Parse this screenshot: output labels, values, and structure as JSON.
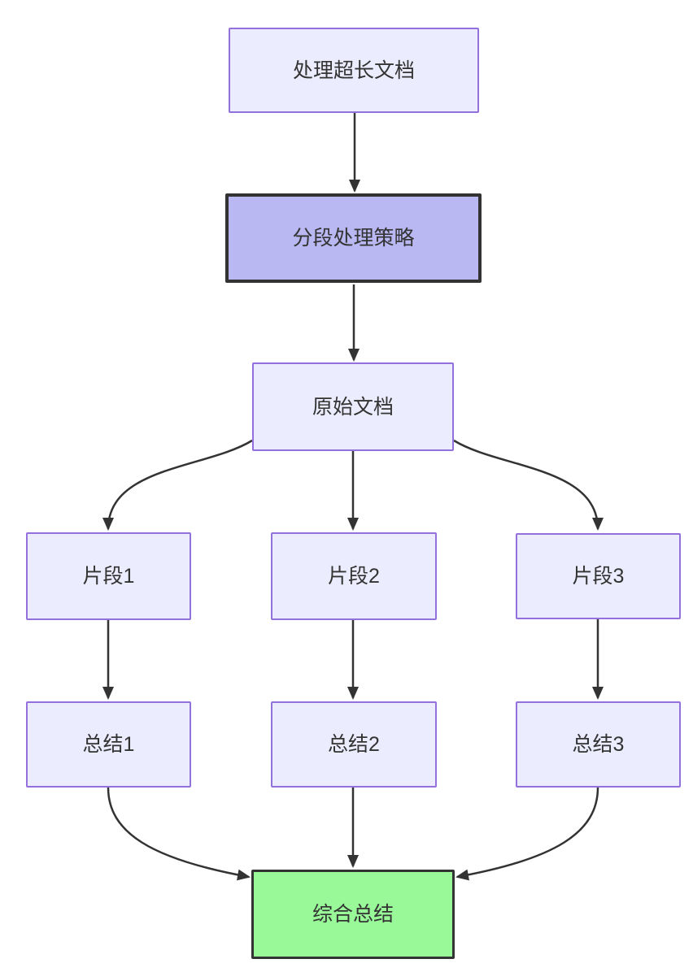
{
  "diagram": {
    "type": "flowchart",
    "direction": "top-down",
    "nodes": [
      {
        "id": "A",
        "label": "处理超长文档",
        "style": "light"
      },
      {
        "id": "B",
        "label": "分段处理策略",
        "style": "accent"
      },
      {
        "id": "C",
        "label": "原始文档",
        "style": "light"
      },
      {
        "id": "D1",
        "label": "片段1",
        "style": "light"
      },
      {
        "id": "D2",
        "label": "片段2",
        "style": "light"
      },
      {
        "id": "D3",
        "label": "片段3",
        "style": "light"
      },
      {
        "id": "E1",
        "label": "总结1",
        "style": "light"
      },
      {
        "id": "E2",
        "label": "总结2",
        "style": "light"
      },
      {
        "id": "E3",
        "label": "总结3",
        "style": "light"
      },
      {
        "id": "F",
        "label": "综合总结",
        "style": "success"
      }
    ],
    "edges": [
      {
        "from": "A",
        "to": "B"
      },
      {
        "from": "B",
        "to": "C"
      },
      {
        "from": "C",
        "to": "D1"
      },
      {
        "from": "C",
        "to": "D2"
      },
      {
        "from": "C",
        "to": "D3"
      },
      {
        "from": "D1",
        "to": "E1"
      },
      {
        "from": "D2",
        "to": "E2"
      },
      {
        "from": "D3",
        "to": "E3"
      },
      {
        "from": "E1",
        "to": "F"
      },
      {
        "from": "E2",
        "to": "F"
      },
      {
        "from": "E3",
        "to": "F"
      }
    ],
    "colors": {
      "background": "#ffffff",
      "node_fill": "#ECECFF",
      "node_border": "#9370DB",
      "accent_fill": "#b9b8f2",
      "accent_border": "#333333",
      "success_fill": "#99f999",
      "success_border": "#333333",
      "edge": "#333333",
      "text": "#333333"
    }
  }
}
